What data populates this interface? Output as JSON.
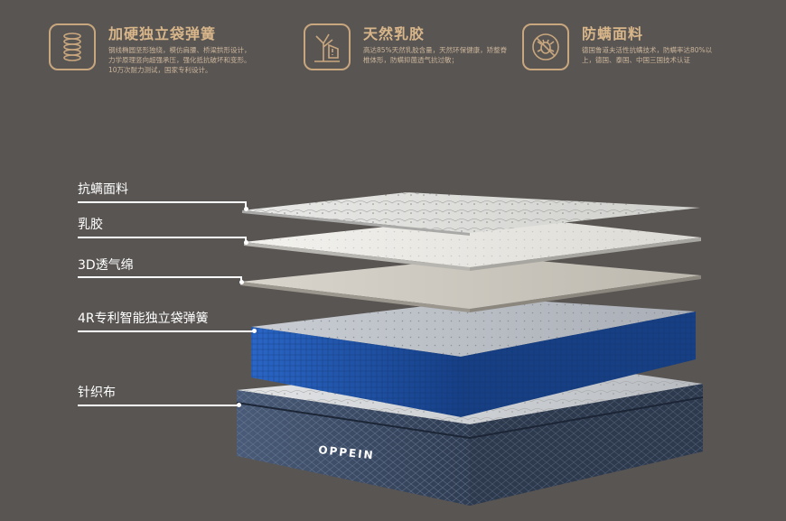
{
  "features": [
    {
      "icon": "spring-coil-icon",
      "title": "加硬独立袋弹簧",
      "desc": [
        "钢线椭圆坚形独绕，模仿肩腰、桥梁拱形设计，",
        "力学原理竖向超强承压，强化抵抗破坏和变形。",
        "10万次耐力测试，国家专利设计。"
      ]
    },
    {
      "icon": "latex-tree-icon",
      "title": "天然乳胶",
      "desc": [
        "高达85%天然乳胶含量，天然环保健康，矫整脊",
        "椎体形，防螨抑菌透气抗过敏；"
      ]
    },
    {
      "icon": "anti-mite-icon",
      "title": "防螨面料",
      "desc": [
        "德国鲁道夫活性抗螨技术，防螨率达80%以",
        "上，德国、泰国、中国三国技术认证"
      ]
    }
  ],
  "layers": [
    {
      "label": "抗螨面料"
    },
    {
      "label": "乳胶"
    },
    {
      "label": "3D透气绵"
    },
    {
      "label": "4R专利智能独立袋弹簧"
    },
    {
      "label": "针织布"
    }
  ],
  "brand": "OPPEIN",
  "colors": {
    "background": "#595553",
    "accent_gold": "#c9a77e",
    "spring_blue": "#1f55b0",
    "base_navy": "#3a4a66"
  }
}
